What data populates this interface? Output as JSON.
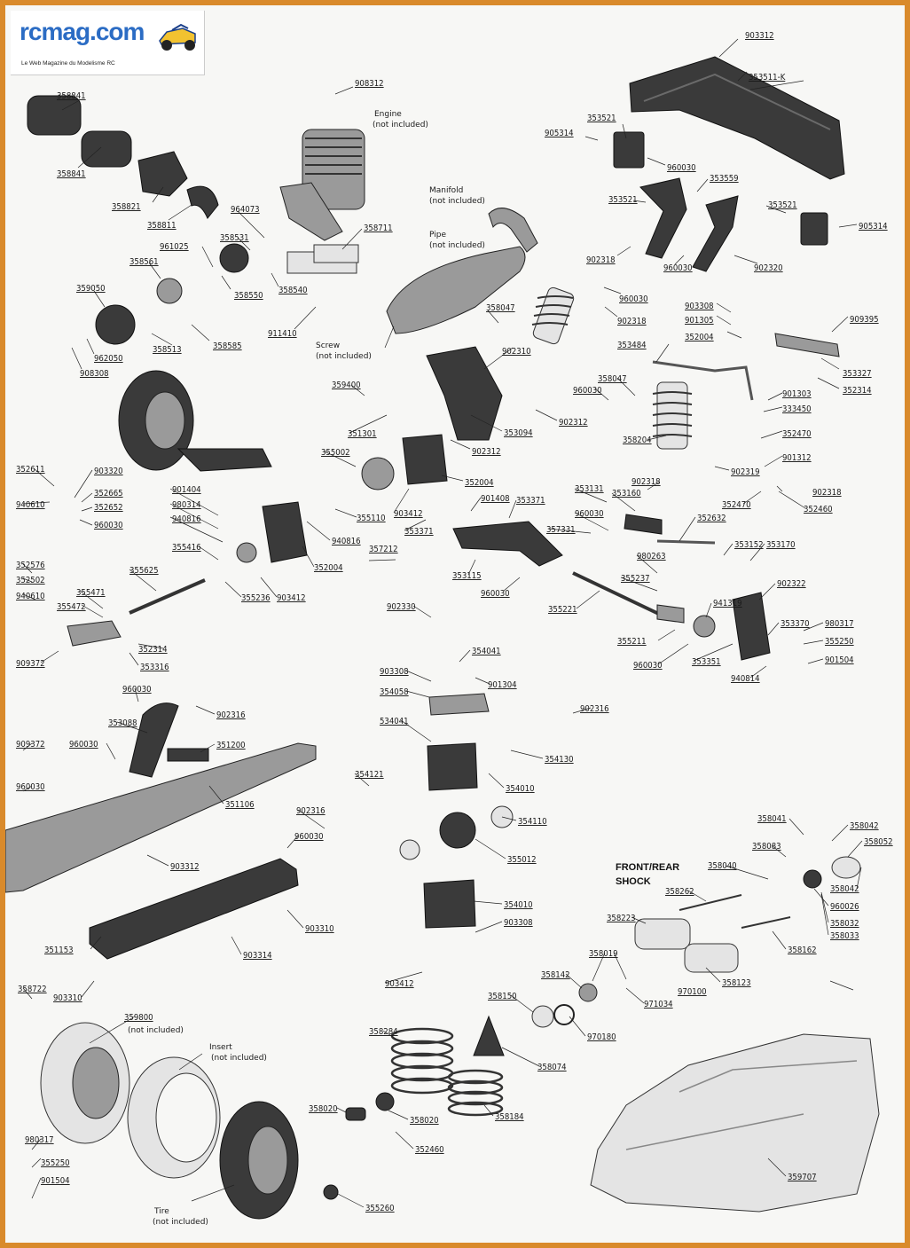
{
  "logo": {
    "name": "rcmag.com",
    "tagline": "Le Web Magazine du Modelisme RC"
  },
  "notes": {
    "engine": "Engine",
    "engine_ni": "(not included)",
    "manifold": "Manifold",
    "manifold_ni": "(not included)",
    "pipe": "Pipe",
    "pipe_ni": "(not included)",
    "screw": "Screw",
    "screw_ni": "(not included)",
    "wheel_ni": "(not included)",
    "insert": "Insert",
    "insert_ni": "(not included)",
    "tire": "Tire",
    "tire_ni": "(not included)",
    "shock_heading_1": "FRONT/REAR",
    "shock_heading_2": "SHOCK"
  },
  "labels": [
    "903312",
    "353511-K",
    "908312",
    "358841",
    "358841",
    "353521",
    "905314",
    "960030",
    "358821",
    "358811",
    "964073",
    "353559",
    "353521",
    "353521",
    "905314",
    "961025",
    "358531",
    "358711",
    "902318",
    "960030",
    "902320",
    "358561",
    "358550",
    "358540",
    "359050",
    "358513",
    "358585",
    "911410",
    "960030",
    "358047",
    "902318",
    "903308",
    "901305",
    "352004",
    "909395",
    "962050",
    "908308",
    "353484",
    "353327",
    "352314",
    "902310",
    "359400",
    "358047",
    "960030",
    "901303",
    "333450",
    "351301",
    "353094",
    "902312",
    "352470",
    "358204",
    "902312",
    "355002",
    "352004",
    "902319",
    "901312",
    "902318",
    "352611",
    "903320",
    "352665",
    "352652",
    "960030",
    "940610",
    "901404",
    "980314",
    "940816",
    "901408",
    "353371",
    "903412",
    "355110",
    "353131",
    "353160",
    "902318",
    "352470",
    "352460",
    "960030",
    "352632",
    "353371",
    "357331",
    "353152",
    "353170",
    "940816",
    "355416",
    "357212",
    "352004",
    "353115",
    "980263",
    "355237",
    "355236",
    "903412",
    "352576",
    "352502",
    "940610",
    "355625",
    "960030",
    "355221",
    "902322",
    "941319",
    "353370",
    "980317",
    "355250",
    "355471",
    "355472",
    "902330",
    "352314",
    "353316",
    "909372",
    "354041",
    "355211",
    "960030",
    "353351",
    "901504",
    "940814",
    "903308",
    "901304",
    "354058",
    "960030",
    "902316",
    "353088",
    "902316",
    "534041",
    "354130",
    "960030",
    "351200",
    "909372",
    "354121",
    "354010",
    "960030",
    "351106",
    "902316",
    "354110",
    "960030",
    "358041",
    "358042",
    "358052",
    "358083",
    "358040",
    "903312",
    "355012",
    "358262",
    "960026",
    "358042",
    "358032",
    "358033",
    "354010",
    "903308",
    "358223",
    "903310",
    "358162",
    "351153",
    "903314",
    "358019",
    "358142",
    "358123",
    "970100",
    "971034",
    "903412",
    "358722",
    "903310",
    "358150",
    "970180",
    "359800",
    "358284",
    "358074",
    "358020",
    "358020",
    "358184",
    "980317",
    "352460",
    "355250",
    "901504",
    "359707",
    "355260"
  ]
}
